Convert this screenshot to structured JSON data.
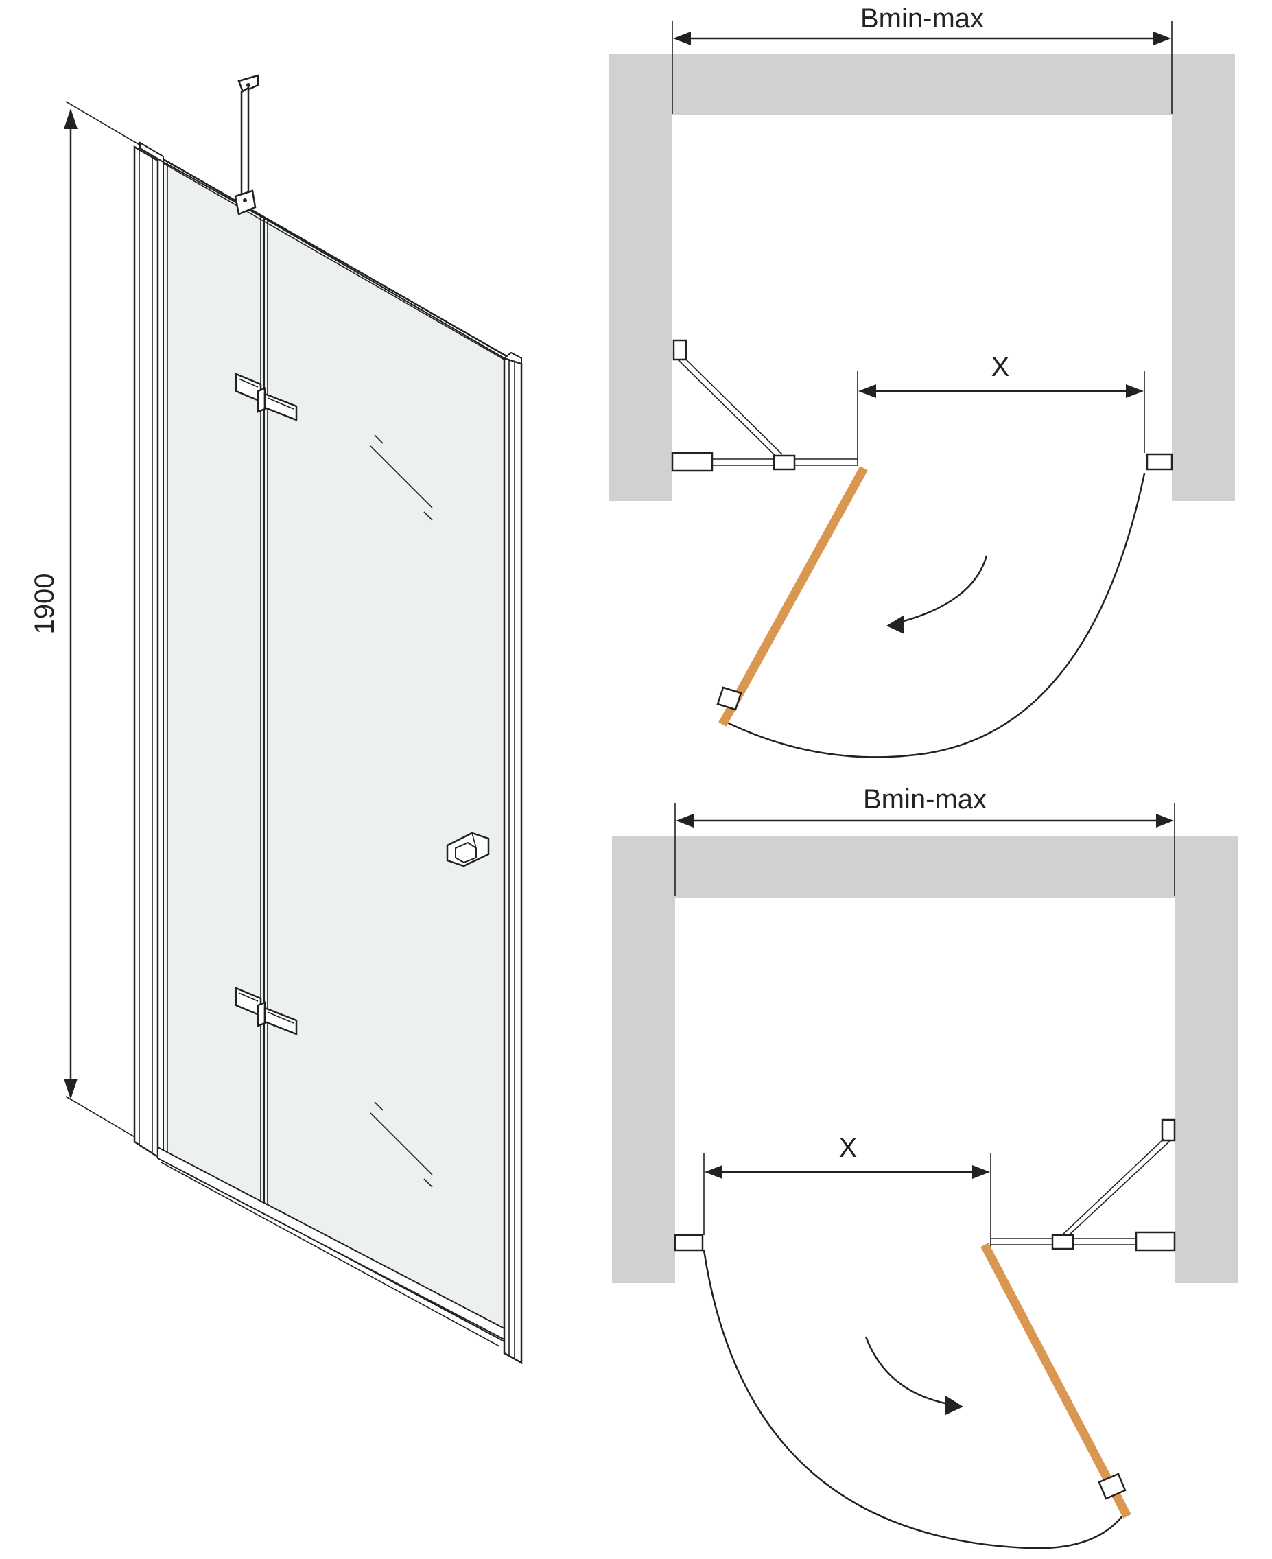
{
  "front_view": {
    "height_label": "1900"
  },
  "plan_top": {
    "width_label": "Bmin-max",
    "opening_label": "X"
  },
  "plan_bottom": {
    "width_label": "Bmin-max",
    "opening_label": "X"
  },
  "colors": {
    "wall": "#d0d1d0",
    "glass": "#edf0f1",
    "door_leaf": "#d99752",
    "line": "#222222"
  }
}
